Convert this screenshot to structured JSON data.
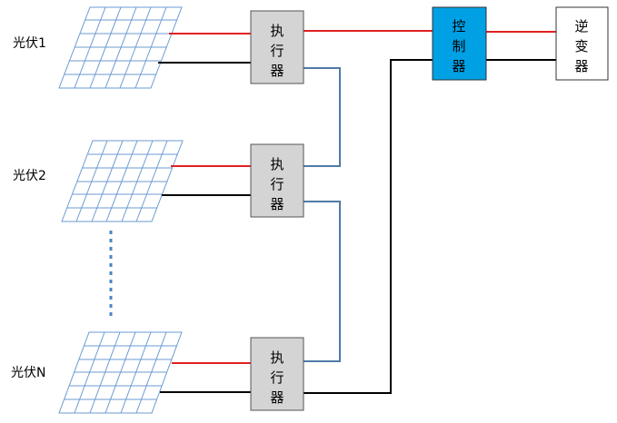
{
  "pv_panels": [
    {
      "label": "光伏1"
    },
    {
      "label": "光伏2"
    },
    {
      "label": "光伏N"
    }
  ],
  "actuators": [
    {
      "chars": [
        "执",
        "行",
        "器"
      ]
    },
    {
      "chars": [
        "执",
        "行",
        "器"
      ]
    },
    {
      "chars": [
        "执",
        "行",
        "器"
      ]
    }
  ],
  "controller": {
    "chars": [
      "控",
      "制",
      "器"
    ]
  },
  "inverter": {
    "chars": [
      "逆",
      "变",
      "器"
    ]
  },
  "colors": {
    "positive_wire": "#e02020",
    "negative_wire": "#000000",
    "comm_wire": "#4f7ba8",
    "panel_grid": "#6b9bd2",
    "actuator_fill": "#d4d4d4",
    "controller_fill": "#00a0e4",
    "inverter_fill": "#ffffff",
    "dots": "#4a86c6"
  }
}
